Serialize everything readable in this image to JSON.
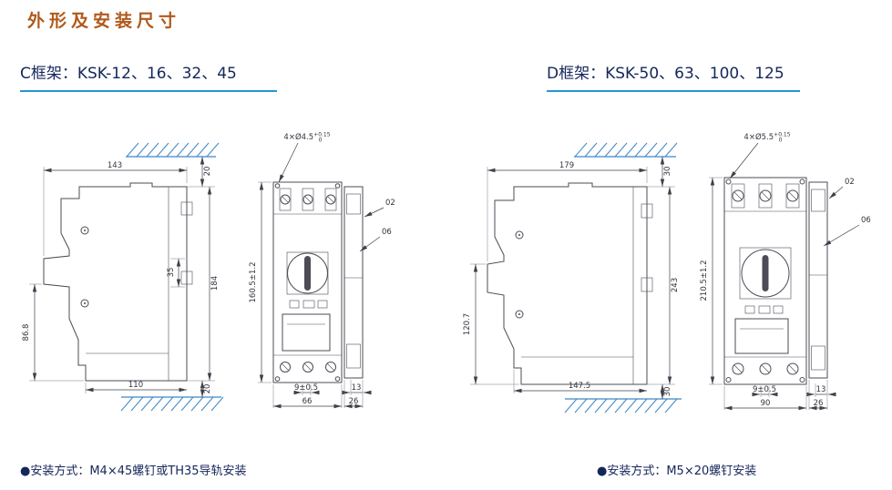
{
  "page": {
    "title": "外形及安装尺寸",
    "colors": {
      "title": "#b0591c",
      "heading_text": "#15265b",
      "heading_underline": "#2496d2",
      "hatch_blue": "#3f88c5",
      "drawing_line": "#4b4c56",
      "note_text": "#15265b"
    }
  },
  "sections": {
    "c": {
      "header": "C框架：KSK-12、16、32、45",
      "note": "●安装方式：M4×45螺钉或TH35导轨安装",
      "side": {
        "dim_width_top": "143",
        "dim_gap_top": "20",
        "dim_height": "184",
        "dim_handle": "35",
        "dim_front_height": "86.8",
        "dim_width_bottom": "110",
        "dim_gap_bottom": "20"
      },
      "front": {
        "hole_callout": "4×Ø4.5",
        "hole_tol_sup": "+0.15",
        "hole_tol_sub": "0",
        "label_02": "02",
        "label_06": "06",
        "dim_height": "160.5±1.2",
        "dim_hole_offset": "9±0.5",
        "dim_rail_13": "13",
        "dim_body_width": "66",
        "dim_rail_26": "26"
      }
    },
    "d": {
      "header": "D框架：KSK-50、63、100、125",
      "note": "●安装方式：M5×20螺钉安装",
      "side": {
        "dim_width_top": "179",
        "dim_gap_top": "30",
        "dim_height": "243",
        "dim_front_height": "120.7",
        "dim_width_bottom": "147.5",
        "dim_gap_bottom": "30"
      },
      "front": {
        "hole_callout": "4×Ø5.5",
        "hole_tol_sup": "+0.15",
        "hole_tol_sub": "0",
        "label_02": "02",
        "label_06": "06",
        "dim_height": "210.5±1.2",
        "dim_hole_offset": "9±0.5",
        "dim_rail_13": "13",
        "dim_body_width": "90",
        "dim_rail_26": "26"
      }
    }
  }
}
